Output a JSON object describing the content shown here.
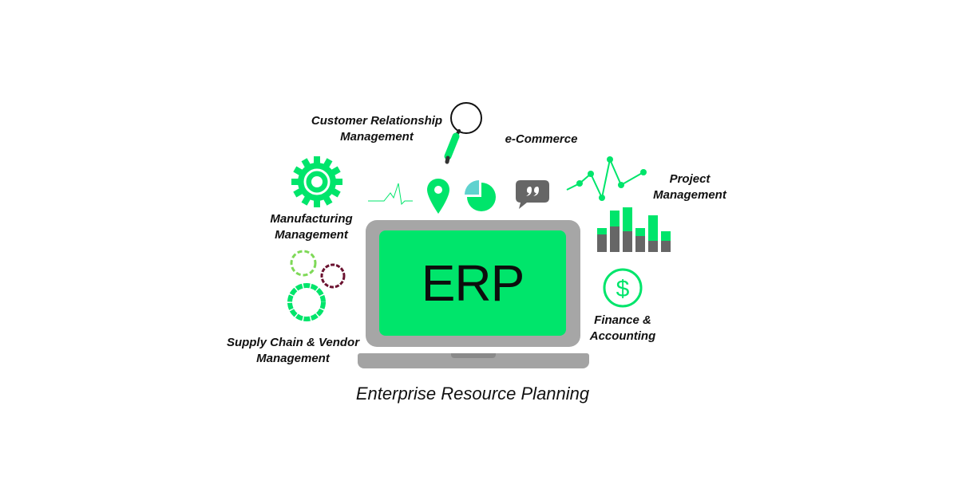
{
  "diagram": {
    "center_label": "ERP",
    "footer_title": "Enterprise Resource Planning",
    "modules": {
      "crm": {
        "line1": "Customer Relationship",
        "line2": "Management",
        "icon": "magnifier-icon"
      },
      "ecommerce": {
        "line1": "e-Commerce",
        "icon": "location-pin-icon"
      },
      "project": {
        "line1": "Project",
        "line2": "Management",
        "icon": "line-graph-icon"
      },
      "manufacturing": {
        "line1": "Manufacturing",
        "line2": "Management",
        "icon": "gear-icon"
      },
      "supply": {
        "line1": "Supply Chain & Vendor",
        "line2": "Management",
        "icon": "cogs-icon"
      },
      "finance": {
        "line1": "Finance &",
        "line2": "Accounting",
        "icon": "dollar-icon"
      }
    },
    "colors": {
      "accent_green": "#00e56b",
      "laptop_gray": "#a6a6a6",
      "dark_gray": "#666666",
      "maroon": "#6b1230",
      "teal": "#5fd2cf"
    }
  }
}
